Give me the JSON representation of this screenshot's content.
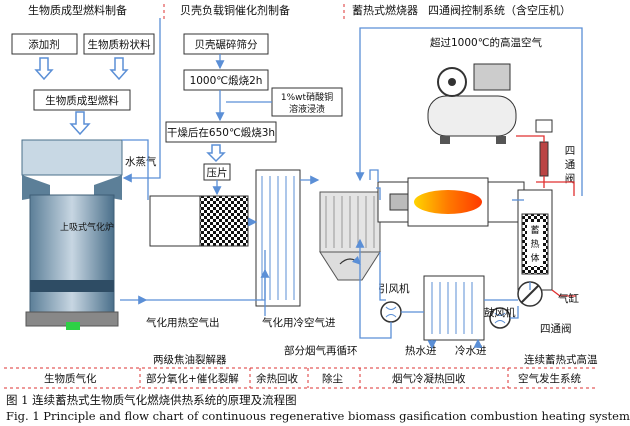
{
  "sections": {
    "biomass_fuel_prep": "生物质成型燃料制备",
    "catalyst_prep": "贝壳负载铜催化剂制备",
    "regen_burner": "蓄热式燃烧器",
    "four_way_valve_ctrl": "四通阀控制系统（含空压机）"
  },
  "boxes": {
    "additive": "添加剂",
    "biomass_powder": "生物质粉状料",
    "biomass_pellet": "生物质成型燃料",
    "shell_crush": "贝壳碾碎筛分",
    "calcine_1000": "1000℃煅烧2h",
    "cu_nitrate_1": "1%wt硝酸铜",
    "cu_nitrate_2": "溶液浸渍",
    "dry_calcine": "干燥后在650℃煅烧3h",
    "tablet": "压片"
  },
  "labels": {
    "hot_air": "超过1000℃的高温空气",
    "steam": "水蒸气",
    "updraft_gasifier": "上吸式气化炉",
    "four_way_valve_v": [
      "四",
      "通",
      "阀"
    ],
    "regenerator": [
      "蓄",
      "热",
      "体"
    ],
    "induced_fan": "引风机",
    "blower": "鼓风机",
    "cylinder": "气缸",
    "four_way_valve": "四通阀",
    "gas_hot_air_out": "气化用热空气出",
    "gas_cold_air_in": "气化用冷空气进",
    "flue_recycle": "部分烟气再循环",
    "hot_water_in": "热水进",
    "cold_water_in": "冷水进",
    "two_stage_cracker": "两级焦油裂解器"
  },
  "stages": {
    "biomass_gasification": "生物质气化",
    "cracking": "部分氧化+催化裂解",
    "waste_heat": "余热回收",
    "dust_removal": "除尘",
    "flue_cooling": "烟气冷凝热回收",
    "hot_air_gen_1": "连续蓄热式高温",
    "hot_air_gen_2": "空气发生系统"
  },
  "caption": {
    "cn": "图 1   连续蓄热式生物质气化燃烧供热系统的原理及流程图",
    "en": "Fig. 1    Principle and flow chart of continuous regenerative biomass gasification combustion heating system"
  },
  "colors": {
    "flow_line": "#5b8fd6",
    "hot_line": "#e03030",
    "gasifier_body": "#4a6f8a",
    "flame": "#ff6a00"
  }
}
